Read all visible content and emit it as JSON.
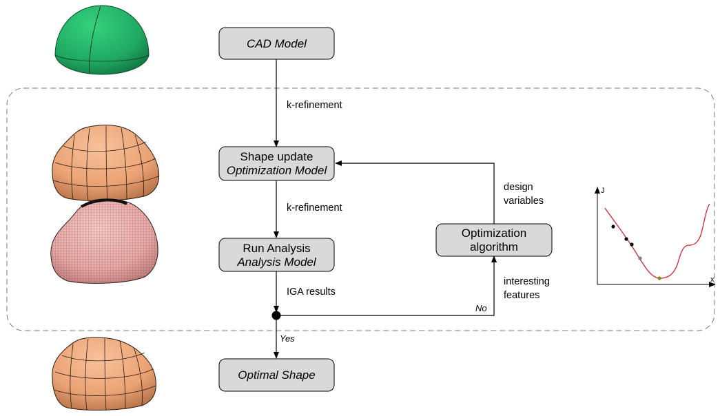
{
  "nodes": {
    "cad_model": {
      "line1": "CAD Model"
    },
    "shape_update": {
      "line1": "Shape update",
      "line2": "Optimization Model"
    },
    "run_analysis": {
      "line1": "Run Analysis",
      "line2": "Analysis Model"
    },
    "optimization_algorithm": {
      "line1": "Optimization",
      "line2": "algorithm"
    },
    "optimal_shape": {
      "line1": "Optimal Shape"
    }
  },
  "edges": {
    "refine_1": "k-refinement",
    "refine_2": "k-refinement",
    "iga_results": "IGA results",
    "design_variables": [
      "design",
      "variables"
    ],
    "interesting_features": [
      "interesting",
      "features"
    ],
    "no": "No",
    "yes": "Yes"
  },
  "plot": {
    "ylabel": "J",
    "xlabel": "x"
  },
  "colors": {
    "node_fill": "#d9d9d9",
    "cad_green": "#1fa862",
    "shape_orange": "#eaa274",
    "mesh_pink": "#e8a7a6",
    "curve_red": "#d6262d",
    "optimum_marker": "#7f8c1c",
    "grey_marker": "#808080"
  }
}
